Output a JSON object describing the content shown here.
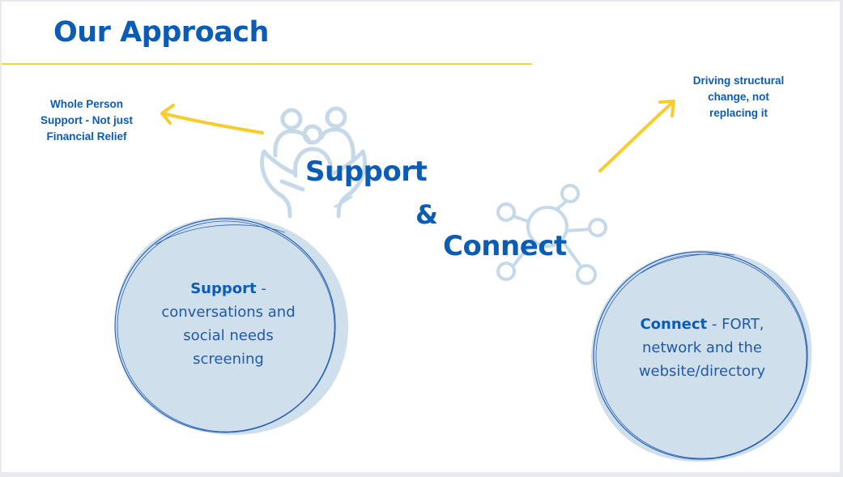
{
  "slide": {
    "title": "Our Approach",
    "callouts": {
      "left": [
        "Whole Person",
        "Support - Not just",
        "Financial Relief"
      ],
      "right": [
        "Driving structural",
        "change, not",
        "replacing it"
      ]
    },
    "center_words": {
      "support": "Support",
      "ampersand": "&",
      "connect": "Connect"
    },
    "circles": {
      "support": {
        "heading": "Support",
        "separator": " -",
        "lines": [
          "conversations and",
          "social needs",
          "screening"
        ]
      },
      "connect": {
        "heading": "Connect",
        "separator": " - FORT,",
        "lines": [
          "network and the",
          "website/directory"
        ]
      }
    },
    "icons": {
      "left_graphic": "family-in-hands-icon",
      "right_graphic": "network-nodes-icon",
      "arrows": "hand-drawn-arrow-icon"
    },
    "colors": {
      "primary_blue": "#0b5cb4",
      "accent_yellow": "#f9d33a",
      "light_blue": "#cfdfeb",
      "icon_blue": "#c5d9e8"
    }
  }
}
